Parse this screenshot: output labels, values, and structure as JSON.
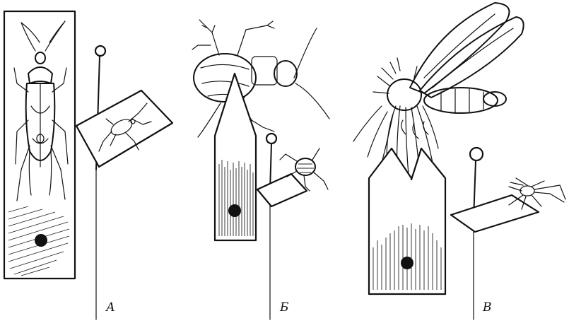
{
  "figure": {
    "panels": [
      {
        "id": "A",
        "label": "А"
      },
      {
        "id": "B",
        "label": "Б"
      },
      {
        "id": "V",
        "label": "В"
      }
    ]
  }
}
